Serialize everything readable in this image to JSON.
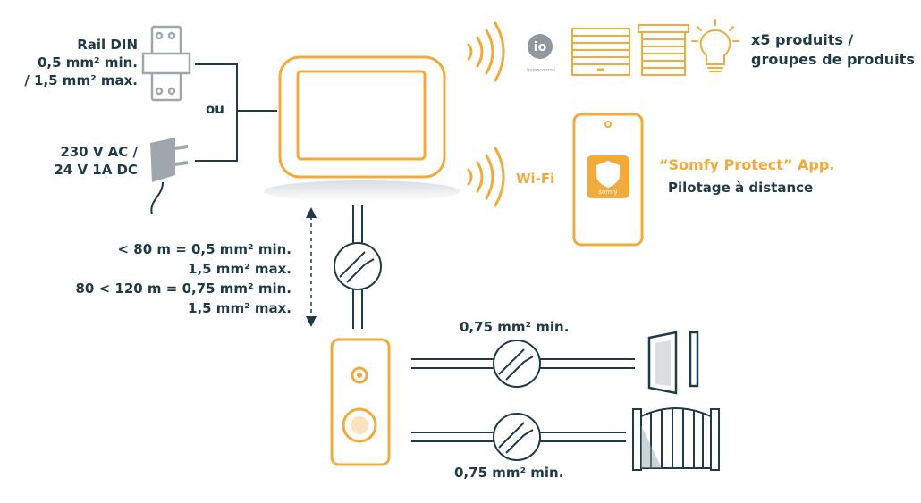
{
  "power": {
    "rail_din_line1": "Rail DIN",
    "rail_din_line2": "0,5 mm² min.",
    "rail_din_line3": "/ 1,5 mm² max.",
    "or_label": "ou",
    "adapter_line1": "230 V AC /",
    "adapter_line2": "24 V 1A DC"
  },
  "cable_spec": {
    "line1": "< 80 m = 0,5 mm² min.",
    "line2": "1,5 mm² max.",
    "line3": "80 < 120 m = 0,75 mm² min.",
    "line4": "1,5 mm² max."
  },
  "products": {
    "io_logo_text": "io",
    "io_logo_subtext": "homecontrol",
    "count_line1": "x5 produits /",
    "count_line2": "groupes de produits"
  },
  "wifi": {
    "label": "Wi-Fi",
    "app_icon_text": "somfy",
    "app_name": "“Somfy Protect” App.",
    "app_desc": "Pilotage à distance"
  },
  "outputs": {
    "door_cable": "0,75 mm² min.",
    "gate_cable": "0,75 mm² min."
  },
  "colors": {
    "orange": "#f0ab3c",
    "dark": "#1e3b47",
    "grey": "#9ea7ad"
  }
}
